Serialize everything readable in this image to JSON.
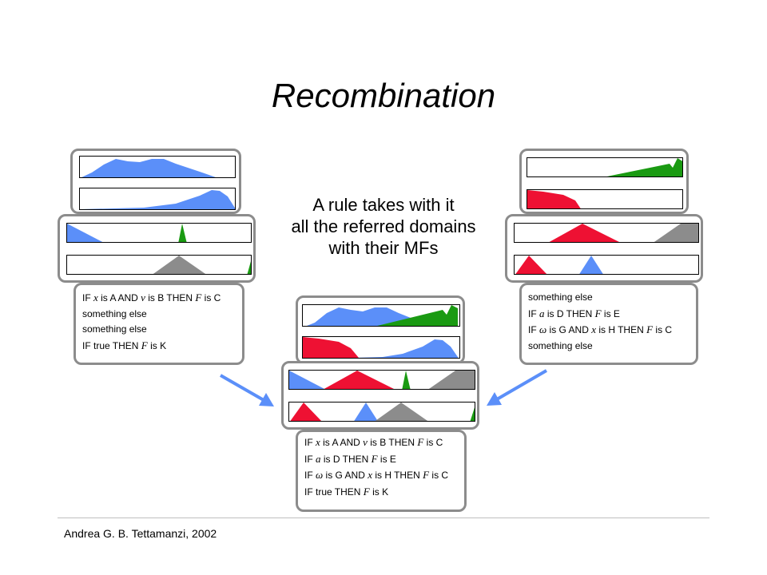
{
  "title": "Recombination",
  "caption": [
    "A rule takes with it",
    "all the referred domains",
    "with their MFs"
  ],
  "left_rules": [
    "IF {x} is A AND {v} is B THEN {F} is C",
    "something else",
    "something else",
    "IF true THEN {F} is K"
  ],
  "right_rules": [
    "something else",
    "IF {a} is D THEN {F} is E",
    "IF {ω} is G AND {x} is H THEN {F} is C",
    "something else"
  ],
  "child_rules": [
    "IF {x} is A AND {v} is B THEN {F} is C",
    "IF {a} is D THEN {F} is E",
    "IF {ω} is G AND {x} is H THEN {F} is C",
    "IF true THEN {F} is K"
  ],
  "footer": "Andrea G. B. Tettamanzi, 2002",
  "colors": {
    "blue": "#5b8ff9",
    "red": "#ee1133",
    "green": "#1a9a12",
    "gray": "#8c8c8c",
    "border": "#8c8c8c",
    "arrow": "#5b8ff9"
  }
}
